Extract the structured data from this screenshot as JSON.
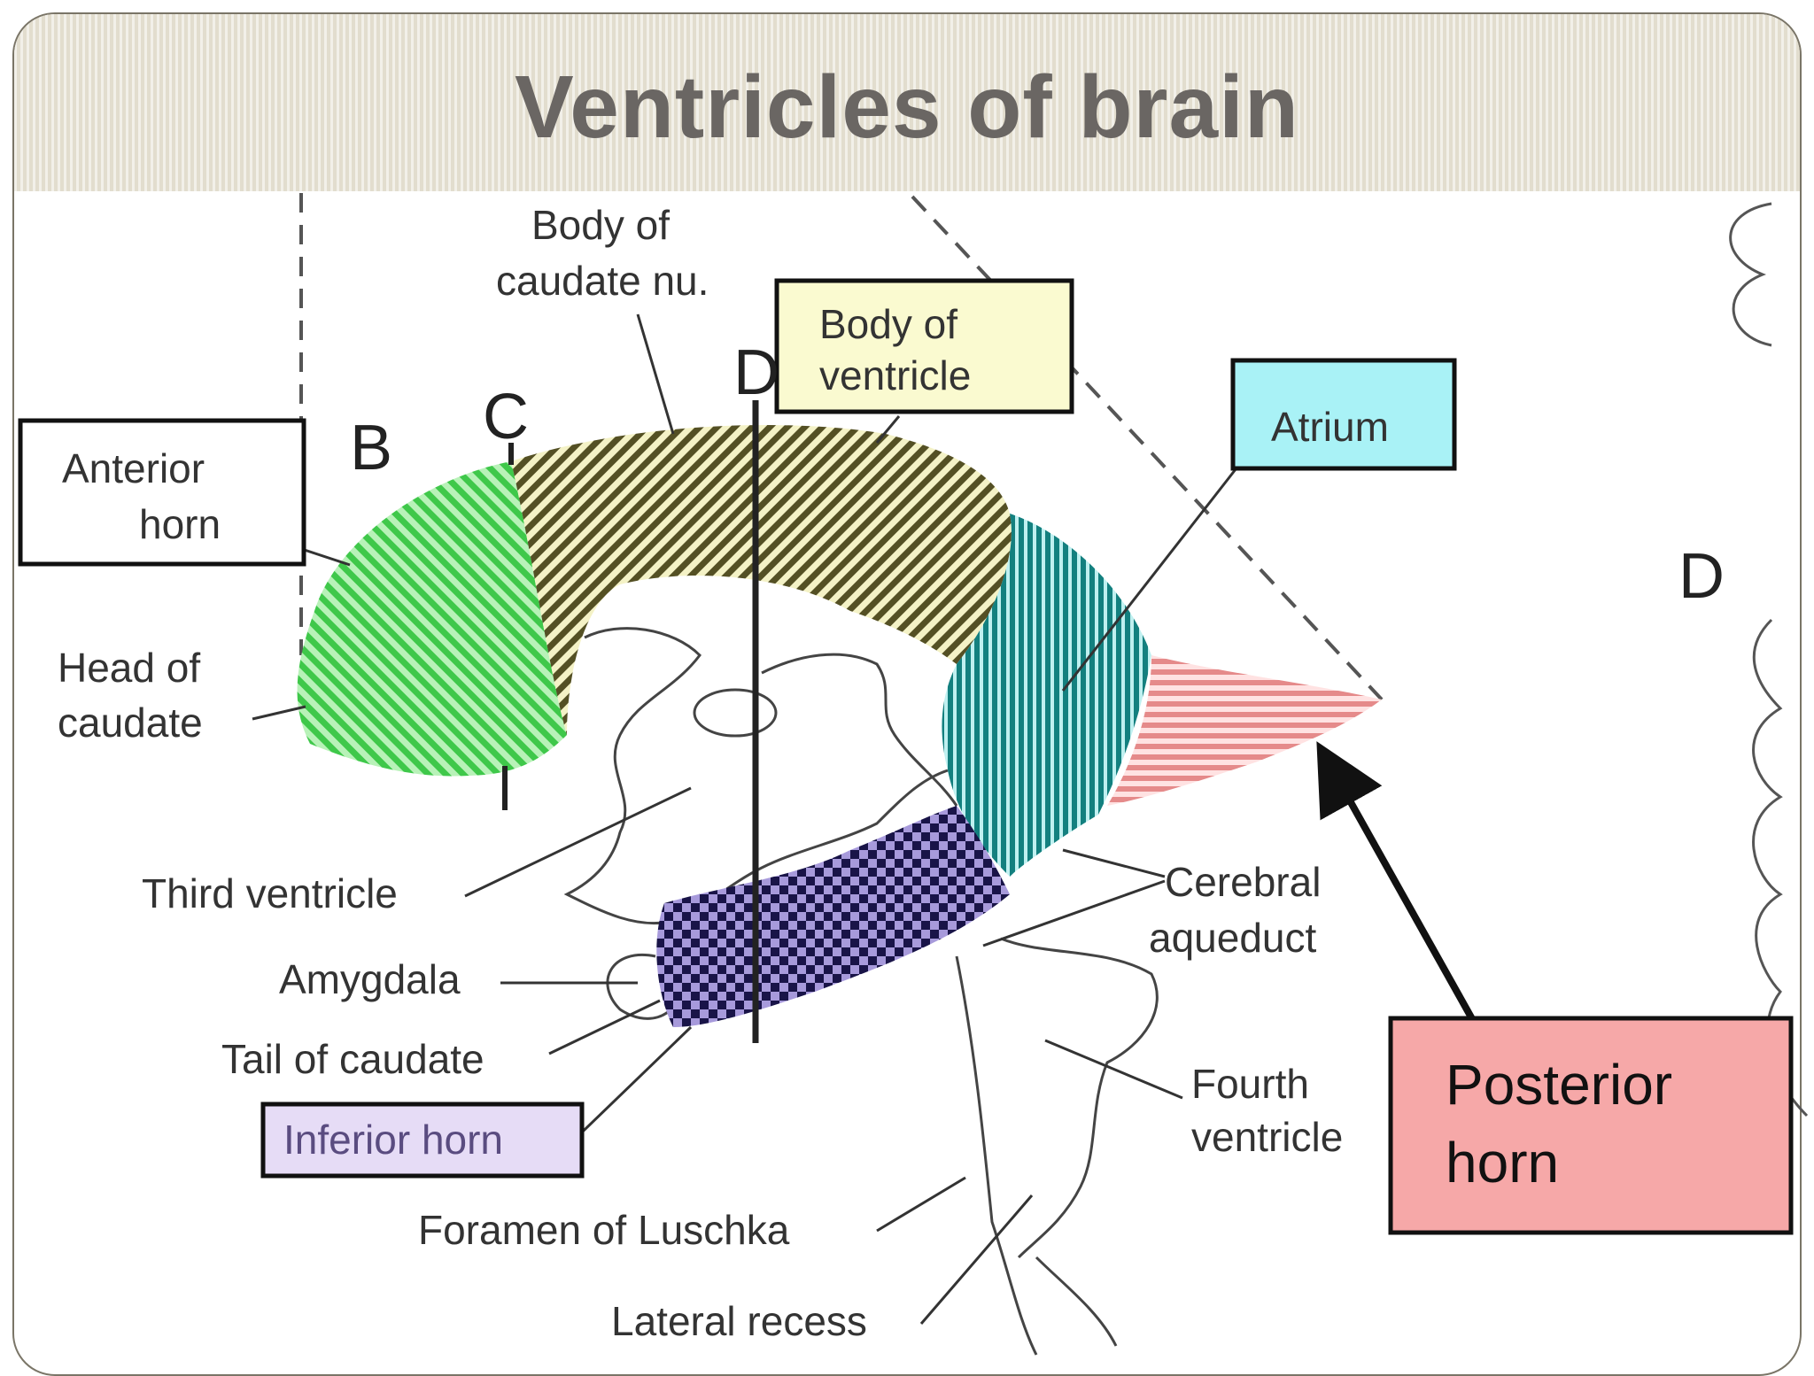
{
  "title": "Ventricles of brain",
  "colors": {
    "title_bar": "#e2ddce",
    "title_text": "#6a6663",
    "anterior_horn": "#5fd65f",
    "body_of_ventricle": "#6e6a3a",
    "atrium": "#1f8f8f",
    "posterior_horn": "#f2a0a0",
    "inferior_horn": "#1c1660",
    "body_label_box": "#fafad0",
    "atrium_label_box": "#a9f2f6",
    "posterior_label_box": "#f6a8a8",
    "inferior_label_box": "#e6dcf6"
  },
  "labels": {
    "anterior_horn": [
      "Anterior",
      "horn"
    ],
    "head_of_caudate": [
      "Head of",
      "caudate"
    ],
    "body_of_caudate": [
      "Body of",
      "caudate nu."
    ],
    "body_of_ventricle": [
      "Body of",
      "ventricle"
    ],
    "atrium": "Atrium",
    "third_ventricle": "Third ventricle",
    "amygdala": "Amygdala",
    "tail_of_caudate": "Tail of caudate",
    "inferior_horn": "Inferior horn",
    "foramen_of_luschka": "Foramen of Luschka",
    "lateral_recess": "Lateral recess",
    "cerebral_aqueduct": [
      "Cerebral",
      "aqueduct"
    ],
    "fourth_ventricle": [
      "Fourth",
      "ventricle"
    ],
    "posterior_horn": [
      "Posterior",
      "horn"
    ]
  },
  "section_letters": {
    "b": "B",
    "c": "C",
    "d_top": "D",
    "d_right": "D"
  }
}
